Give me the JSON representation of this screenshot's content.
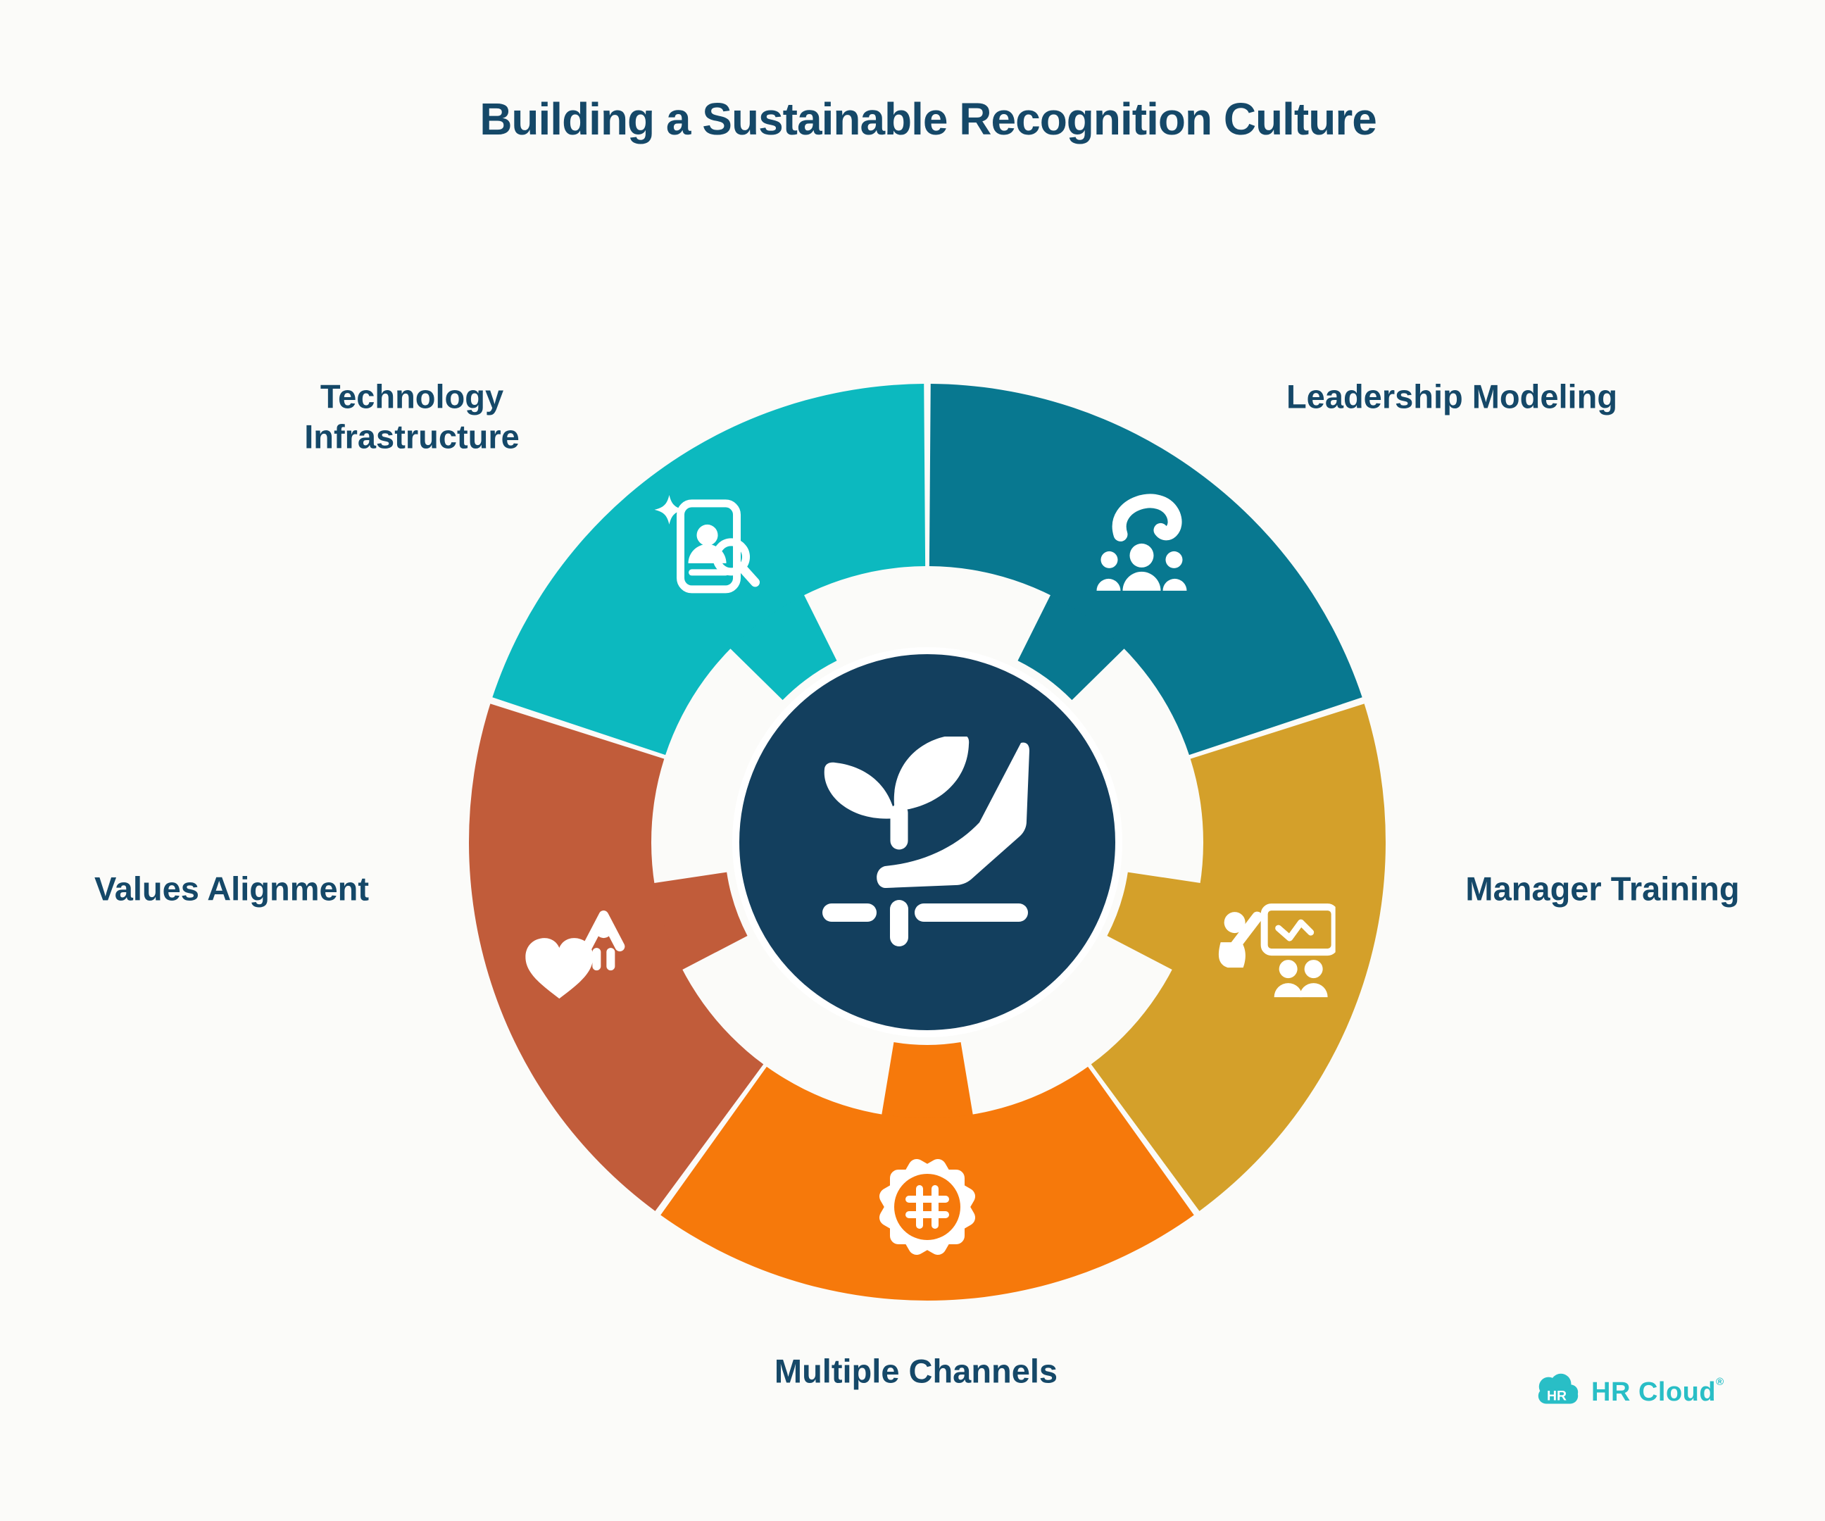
{
  "title": "Building a Sustainable Recognition Culture",
  "colors": {
    "background": "#FBFBF9",
    "label_text": "#154868",
    "center_circle": "#133F5E",
    "icon_white": "#FFFFFF",
    "logo_teal": "#29BEC6"
  },
  "center": {
    "icon": "seedling-growth-icon"
  },
  "segments": [
    {
      "id": "leadership",
      "label": "Leadership Modeling",
      "color": "#087890",
      "icon": "hand-over-people-icon",
      "start_angle": 0,
      "end_angle": 72
    },
    {
      "id": "manager",
      "label": "Manager Training",
      "color": "#D4A02A",
      "icon": "trainer-whiteboard-icon",
      "start_angle": 72,
      "end_angle": 144
    },
    {
      "id": "multiple",
      "label": "Multiple Channels",
      "color": "#F6790B",
      "icon": "hashtag-badge-icon",
      "start_angle": 144,
      "end_angle": 216
    },
    {
      "id": "values",
      "label": "Values Alignment",
      "color": "#C15C3A",
      "icon": "heart-person-icon",
      "start_angle": 216,
      "end_angle": 288
    },
    {
      "id": "technology",
      "label": "Technology Infrastructure",
      "color": "#0CB9BF",
      "icon": "phone-user-search-icon",
      "start_angle": 288,
      "end_angle": 360
    }
  ],
  "logo": {
    "badge_text": "HR",
    "name": "HR Cloud",
    "registered_mark": "®"
  }
}
